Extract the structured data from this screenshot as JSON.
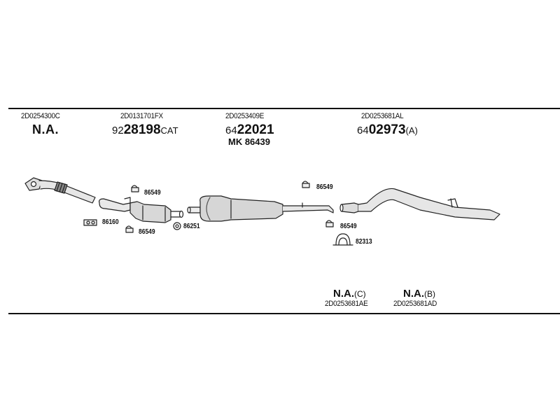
{
  "sections": [
    {
      "code": "2D0254300C",
      "part_main": "N.A.",
      "part_prefix": "",
      "part_bold": "",
      "part_suffix": ""
    },
    {
      "code": "2D0131701FX",
      "part_prefix": "92",
      "part_bold": "28198",
      "part_suffix": "CAT"
    },
    {
      "code": "2D0253409E",
      "part_prefix": "64",
      "part_bold": "22021",
      "part_suffix": "",
      "extra": "MK 86439"
    },
    {
      "code": "2D0253681AL",
      "part_prefix": "64",
      "part_bold": "02973",
      "part_suffix": "(A)"
    }
  ],
  "accessories": [
    {
      "id": "a1",
      "label": "86549"
    },
    {
      "id": "a2",
      "label": "86160"
    },
    {
      "id": "a3",
      "label": "86549"
    },
    {
      "id": "a4",
      "label": "86251"
    },
    {
      "id": "a5",
      "label": "86549"
    },
    {
      "id": "a6",
      "label": "86549"
    },
    {
      "id": "a7",
      "label": "82313"
    }
  ],
  "bottom_parts": [
    {
      "main": "N.A.",
      "suffix": "(C)",
      "code": "2D0253681AE"
    },
    {
      "main": "N.A.",
      "suffix": "(B)",
      "code": "2D0253681AD"
    }
  ]
}
